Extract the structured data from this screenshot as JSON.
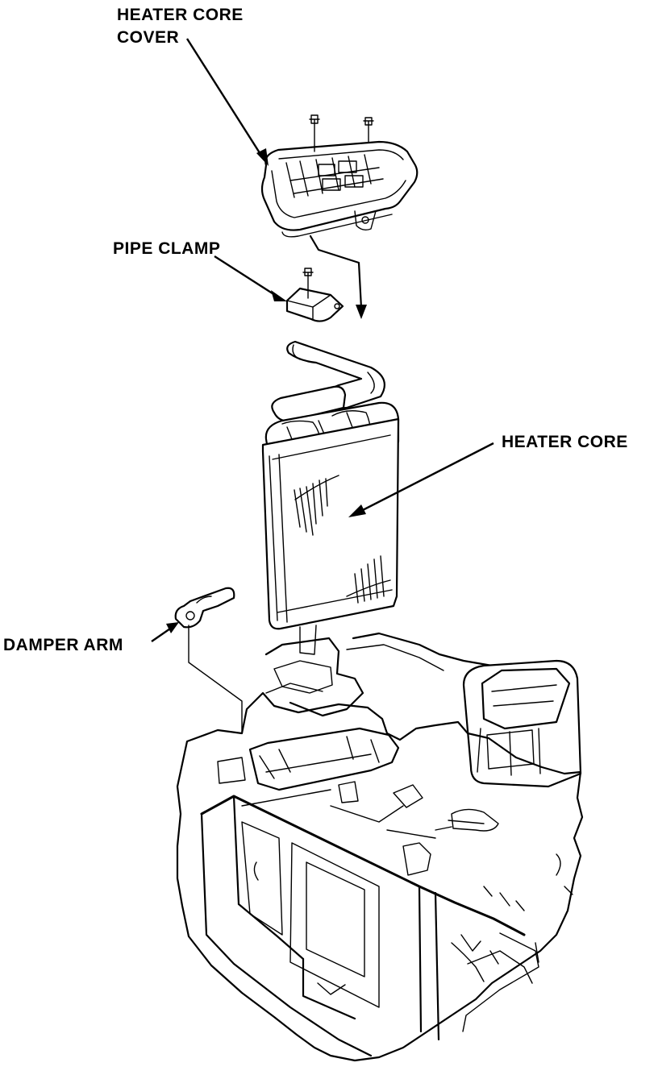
{
  "diagram": {
    "labels": {
      "heater_core_cover_line1": "HEATER CORE",
      "heater_core_cover_line2": "COVER",
      "pipe_clamp": "PIPE CLAMP",
      "heater_core": "HEATER CORE",
      "damper_arm": "DAMPER ARM"
    },
    "colors": {
      "ink": "#000000",
      "paper": "#ffffff"
    }
  }
}
